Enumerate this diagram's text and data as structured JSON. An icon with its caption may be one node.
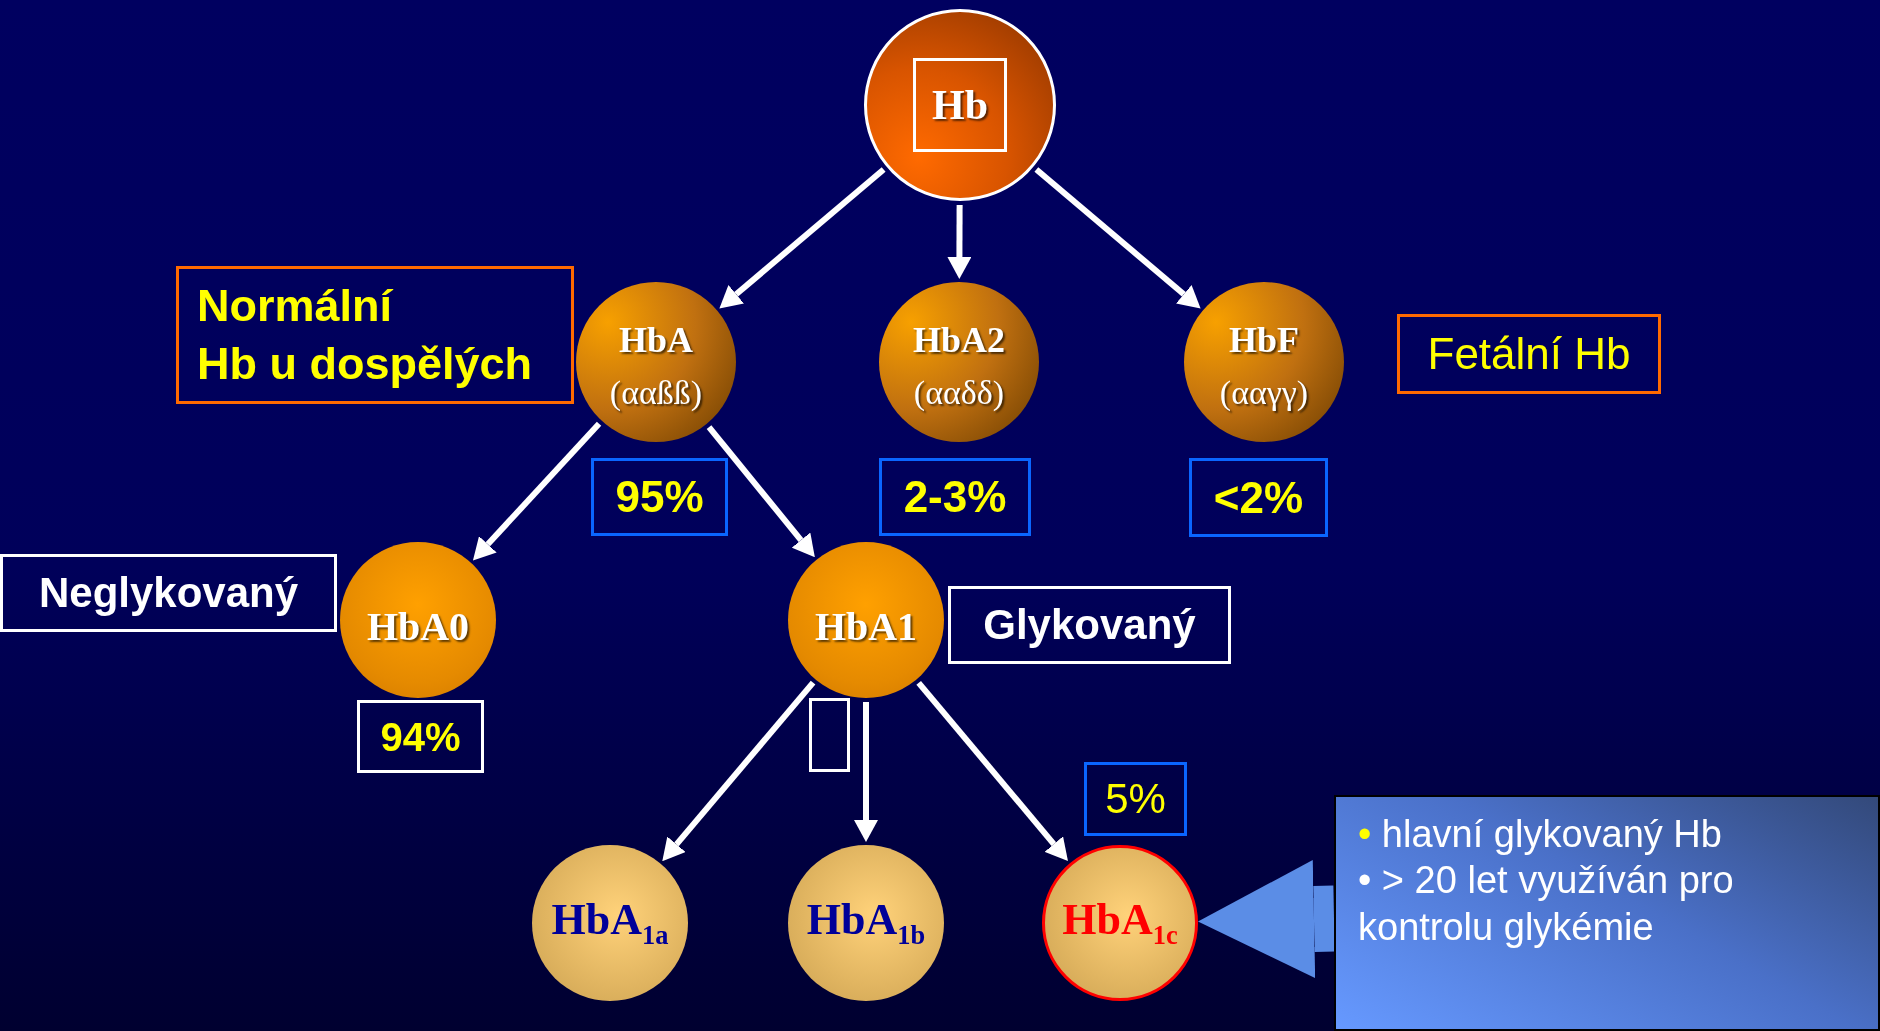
{
  "diagram": {
    "nodes": [
      {
        "text": [
          "Hb"
        ]
      },
      {
        "text": [
          "HbA",
          "(ααßß)"
        ]
      },
      {
        "text": [
          "HbA2",
          "(ααδδ)"
        ]
      },
      {
        "text": [
          "HbF",
          "(ααγγ)"
        ]
      },
      {
        "text": [
          "Normální Hb u dospělých"
        ]
      },
      {
        "text": [
          "Fetální Hb"
        ]
      },
      {
        "text": [
          "95%"
        ]
      },
      {
        "text": [
          "2-3%"
        ]
      },
      {
        "text": [
          "<2%"
        ]
      },
      {
        "text": [
          "Neglykovaný"
        ]
      },
      {
        "text": [
          "HbA0"
        ]
      },
      {
        "text": [
          "94%"
        ]
      },
      {
        "text": [
          "HbA1"
        ]
      },
      {
        "text": [
          "Glykovaný"
        ]
      },
      {
        "text": [],
        "shape": "box"
      },
      {
        "text": [
          "5%"
        ]
      },
      {
        "text": [
          "HbA$_{1a}$"
        ]
      },
      {
        "text": [
          "HbA$_{1b}$"
        ]
      },
      {
        "text": [
          "HbA$_{1c}$"
        ]
      },
      {
        "text": [
          "• hlavní glykovaný Hb",
          "• > 20 let využíván pro kontrolu glykémie"
        ]
      }
    ],
    "edges": [
      {
        "from": 0,
        "to": 1,
        "arrow": "to"
      },
      {
        "from": 0,
        "to": 2,
        "arrow": "to"
      },
      {
        "from": 0,
        "to": 3,
        "arrow": "to"
      },
      {
        "from": 1,
        "to": 10,
        "arrow": "to"
      },
      {
        "from": 1,
        "to": 12,
        "arrow": "to"
      },
      {
        "from": 12,
        "to": 16,
        "arrow": "to"
      },
      {
        "from": 12,
        "to": 17,
        "arrow": "to"
      },
      {
        "from": 12,
        "to": 18,
        "arrow": "to"
      },
      {
        "from": 19,
        "to": 18,
        "arrow": "to",
        "style": "thick",
        "color": "#5b8de6"
      }
    ]
  }
}
